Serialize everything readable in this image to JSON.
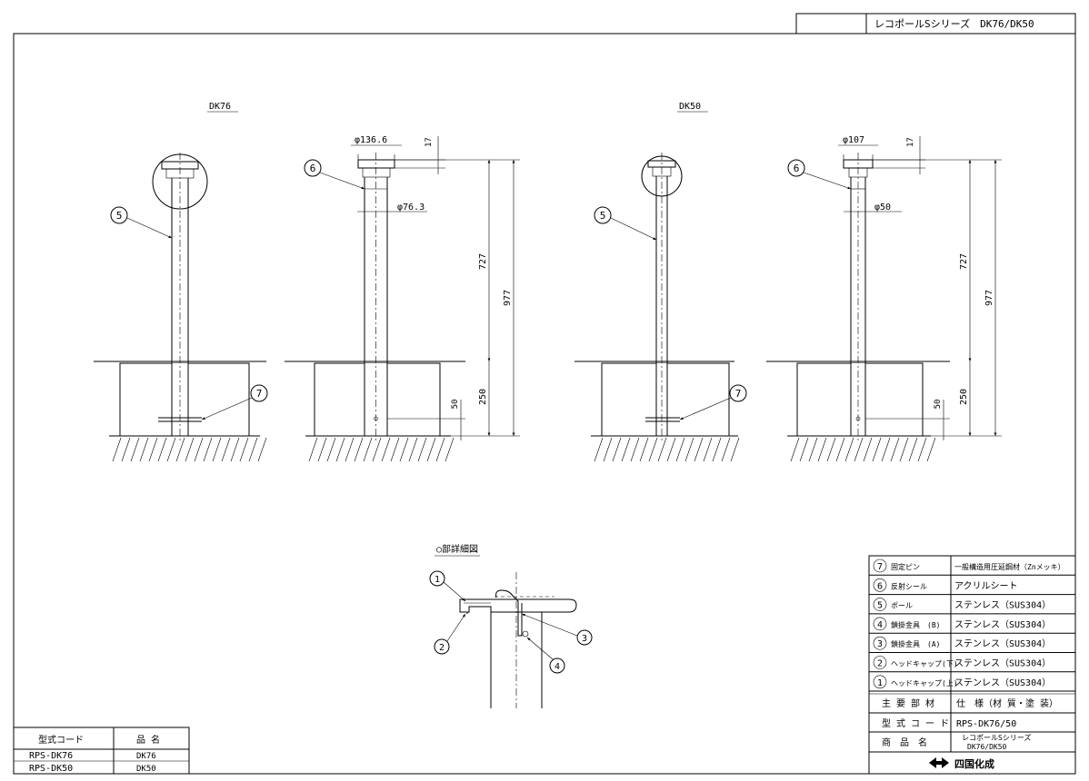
{
  "header": {
    "series_title": "レコポールSシリーズ　DK76/DK50"
  },
  "views": {
    "dk76": {
      "label": "DK76",
      "cap_dia": "φ136.6",
      "pole_dia": "φ76.3"
    },
    "dk50": {
      "label": "DK50",
      "cap_dia": "φ107",
      "pole_dia": "φ50"
    }
  },
  "dims": {
    "cap_h": "17",
    "above": "727",
    "total": "977",
    "below": "250",
    "pin": "50"
  },
  "callouts": {
    "c1": "1",
    "c2": "2",
    "c3": "3",
    "c4": "4",
    "c5": "5",
    "c6": "6",
    "c7": "7"
  },
  "detail": {
    "title": "○部詳細図"
  },
  "parts_table": {
    "rows": [
      {
        "no": "7",
        "part": "固定ピン",
        "spec": "一般構造用圧延鋼材（Znメッキ）"
      },
      {
        "no": "6",
        "part": "反射シール",
        "spec": "アクリルシート"
      },
      {
        "no": "5",
        "part": "ポール",
        "spec": "ステンレス（SUS304）"
      },
      {
        "no": "4",
        "part": "鎖掛金具　(B)",
        "spec": "ステンレス（SUS304）"
      },
      {
        "no": "3",
        "part": "鎖掛金具　(A)",
        "spec": "ステンレス（SUS304）"
      },
      {
        "no": "2",
        "part": "ヘッドキャップ(下)",
        "spec": "ステンレス（SUS304）"
      },
      {
        "no": "1",
        "part": "ヘッドキャップ(上)",
        "spec": "ステンレス（SUS304）"
      }
    ],
    "header_part": "主 要 部 材",
    "header_spec": "仕　様（材 質・塗 装）",
    "model_label": "型 式 コ ー ド",
    "model_value": "RPS-DK76/50",
    "product_label": "商　品　名",
    "product_value_1": "レコポールSシリーズ",
    "product_value_2": "DK76/DK50",
    "company": "四国化成"
  },
  "model_table": {
    "header_code": "型式コード",
    "header_name": "品 名",
    "rows": [
      {
        "code": "RPS-DK76",
        "name": "DK76"
      },
      {
        "code": "RPS-DK50",
        "name": "DK50"
      }
    ]
  }
}
